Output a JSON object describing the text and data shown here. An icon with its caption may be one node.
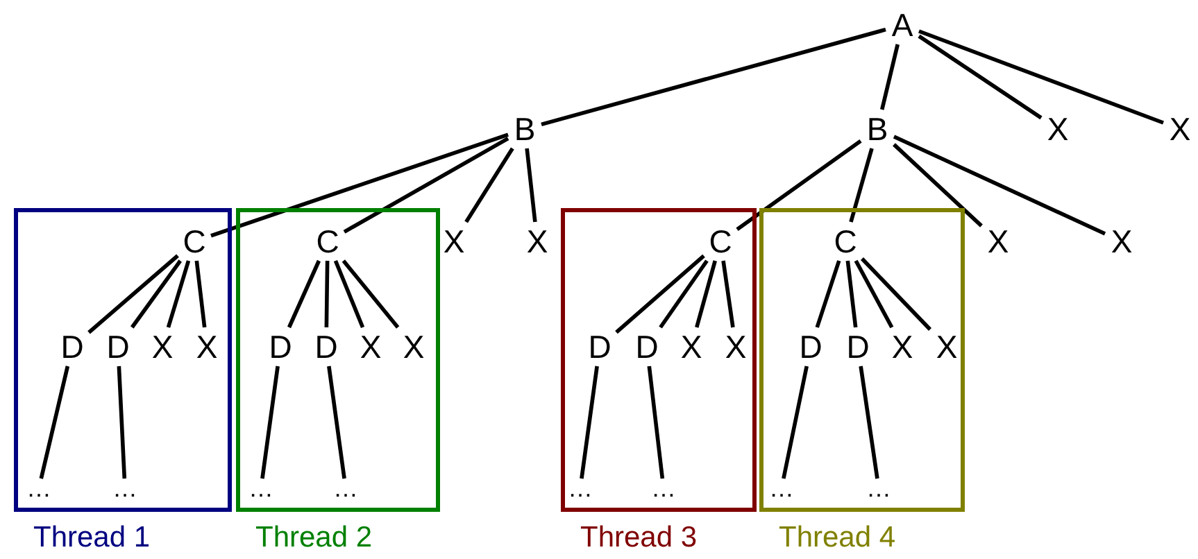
{
  "diagram": {
    "nodes": [
      {
        "text": [
          "A"
        ]
      },
      {
        "text": [
          "B"
        ]
      },
      {
        "text": [
          "B"
        ]
      },
      {
        "text": [
          "X"
        ]
      },
      {
        "text": [
          "X"
        ]
      },
      {
        "text": [
          "Thread 1"
        ]
      },
      {
        "text": [
          "C"
        ],
        "in": 5
      },
      {
        "text": [
          "D"
        ],
        "in": 5
      },
      {
        "text": [
          "D"
        ],
        "in": 5
      },
      {
        "text": [
          "X"
        ],
        "in": 5
      },
      {
        "text": [
          "X"
        ],
        "in": 5
      },
      {
        "text": [
          "…"
        ],
        "in": 5
      },
      {
        "text": [
          "…"
        ],
        "in": 5
      },
      {
        "text": [
          "Thread 2"
        ]
      },
      {
        "text": [
          "C"
        ],
        "in": 13
      },
      {
        "text": [
          "D"
        ],
        "in": 13
      },
      {
        "text": [
          "D"
        ],
        "in": 13
      },
      {
        "text": [
          "X"
        ],
        "in": 13
      },
      {
        "text": [
          "X"
        ],
        "in": 13
      },
      {
        "text": [
          "…"
        ],
        "in": 13
      },
      {
        "text": [
          "…"
        ],
        "in": 13
      },
      {
        "text": [
          "X"
        ]
      },
      {
        "text": [
          "X"
        ]
      },
      {
        "text": [
          "Thread 3"
        ]
      },
      {
        "text": [
          "C"
        ],
        "in": 23
      },
      {
        "text": [
          "D"
        ],
        "in": 23
      },
      {
        "text": [
          "D"
        ],
        "in": 23
      },
      {
        "text": [
          "X"
        ],
        "in": 23
      },
      {
        "text": [
          "X"
        ],
        "in": 23
      },
      {
        "text": [
          "…"
        ],
        "in": 23
      },
      {
        "text": [
          "…"
        ],
        "in": 23
      },
      {
        "text": [
          "Thread 4"
        ]
      },
      {
        "text": [
          "C"
        ],
        "in": 31
      },
      {
        "text": [
          "D"
        ],
        "in": 31
      },
      {
        "text": [
          "D"
        ],
        "in": 31
      },
      {
        "text": [
          "X"
        ],
        "in": 31
      },
      {
        "text": [
          "X"
        ],
        "in": 31
      },
      {
        "text": [
          "…"
        ],
        "in": 31
      },
      {
        "text": [
          "…"
        ],
        "in": 31
      },
      {
        "text": [
          "X"
        ]
      },
      {
        "text": [
          "X"
        ]
      }
    ],
    "edges": [
      {
        "from": 0,
        "to": 1,
        "arrow": "none"
      },
      {
        "from": 0,
        "to": 2,
        "arrow": "none"
      },
      {
        "from": 0,
        "to": 3,
        "arrow": "none"
      },
      {
        "from": 0,
        "to": 4,
        "arrow": "none"
      },
      {
        "from": 1,
        "to": 6,
        "arrow": "none"
      },
      {
        "from": 1,
        "to": 14,
        "arrow": "none"
      },
      {
        "from": 1,
        "to": 21,
        "arrow": "none"
      },
      {
        "from": 1,
        "to": 22,
        "arrow": "none"
      },
      {
        "from": 2,
        "to": 24,
        "arrow": "none"
      },
      {
        "from": 2,
        "to": 32,
        "arrow": "none"
      },
      {
        "from": 2,
        "to": 39,
        "arrow": "none"
      },
      {
        "from": 2,
        "to": 40,
        "arrow": "none"
      },
      {
        "from": 6,
        "to": 7,
        "arrow": "none"
      },
      {
        "from": 6,
        "to": 8,
        "arrow": "none"
      },
      {
        "from": 6,
        "to": 9,
        "arrow": "none"
      },
      {
        "from": 6,
        "to": 10,
        "arrow": "none"
      },
      {
        "from": 7,
        "to": 11,
        "arrow": "none"
      },
      {
        "from": 8,
        "to": 12,
        "arrow": "none"
      },
      {
        "from": 14,
        "to": 15,
        "arrow": "none"
      },
      {
        "from": 14,
        "to": 16,
        "arrow": "none"
      },
      {
        "from": 14,
        "to": 17,
        "arrow": "none"
      },
      {
        "from": 14,
        "to": 18,
        "arrow": "none"
      },
      {
        "from": 15,
        "to": 19,
        "arrow": "none"
      },
      {
        "from": 16,
        "to": 20,
        "arrow": "none"
      },
      {
        "from": 24,
        "to": 25,
        "arrow": "none"
      },
      {
        "from": 24,
        "to": 26,
        "arrow": "none"
      },
      {
        "from": 24,
        "to": 27,
        "arrow": "none"
      },
      {
        "from": 24,
        "to": 28,
        "arrow": "none"
      },
      {
        "from": 25,
        "to": 29,
        "arrow": "none"
      },
      {
        "from": 26,
        "to": 30,
        "arrow": "none"
      },
      {
        "from": 32,
        "to": 33,
        "arrow": "none"
      },
      {
        "from": 32,
        "to": 34,
        "arrow": "none"
      },
      {
        "from": 32,
        "to": 35,
        "arrow": "none"
      },
      {
        "from": 32,
        "to": 36,
        "arrow": "none"
      },
      {
        "from": 33,
        "to": 37,
        "arrow": "none"
      },
      {
        "from": 34,
        "to": 38,
        "arrow": "none"
      }
    ]
  }
}
